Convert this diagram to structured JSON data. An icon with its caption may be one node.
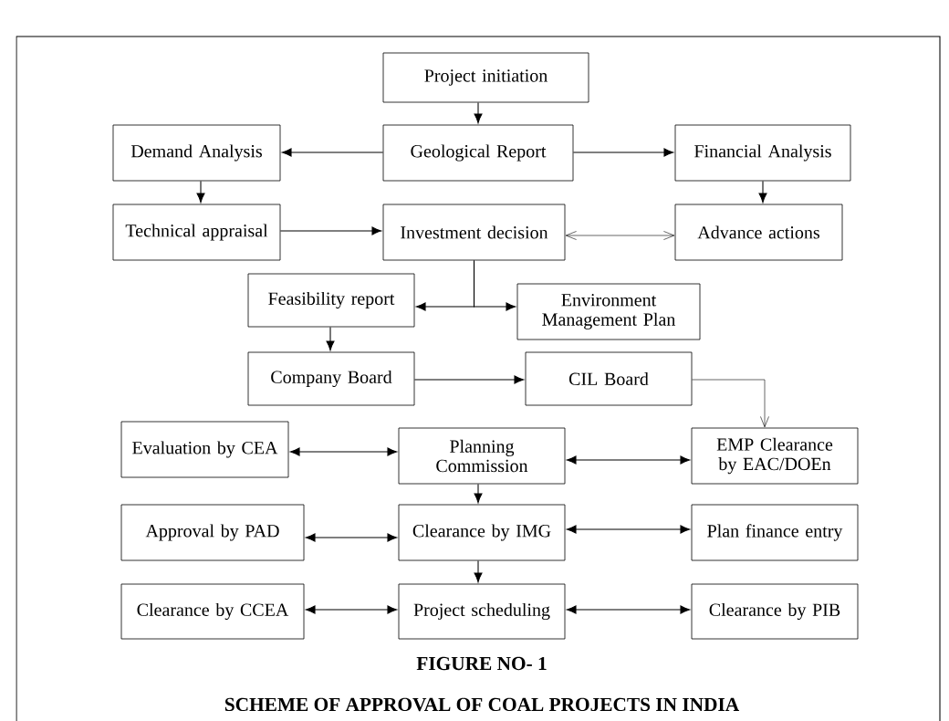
{
  "diagram": {
    "caption": "SCHEME OF APPROVAL OF COAL PROJECTS IN INDIA",
    "nodes": [
      {
        "text": [
          "Project initiation"
        ]
      },
      {
        "text": [
          "Demand Analysis"
        ]
      },
      {
        "text": [
          "Geological Report"
        ]
      },
      {
        "text": [
          "Financial Analysis"
        ]
      },
      {
        "text": [
          "Technical appraisal"
        ]
      },
      {
        "text": [
          "Investment decision"
        ]
      },
      {
        "text": [
          "Advance actions"
        ]
      },
      {
        "text": [
          "Feasibility report"
        ]
      },
      {
        "text": [
          "Environment Management Plan"
        ]
      },
      {
        "text": [
          "Company Board"
        ]
      },
      {
        "text": [
          "CIL Board"
        ]
      },
      {
        "text": [
          "Evaluation by CEA"
        ]
      },
      {
        "text": [
          "Planning Commission"
        ]
      },
      {
        "text": [
          "EMP Clearance by EAC/DOEn"
        ]
      },
      {
        "text": [
          "Approval by PAD"
        ]
      },
      {
        "text": [
          "Clearance by IMG"
        ]
      },
      {
        "text": [
          "Plan finance entry"
        ]
      },
      {
        "text": [
          "Clearance by CCEA"
        ]
      },
      {
        "text": [
          "Project scheduling"
        ]
      },
      {
        "text": [
          "Clearance by PIB"
        ]
      }
    ],
    "edges": [
      {
        "from": 0,
        "to": 2,
        "arrow": "to"
      },
      {
        "from": 2,
        "to": 1,
        "arrow": "to"
      },
      {
        "from": 2,
        "to": 3,
        "arrow": "to"
      },
      {
        "from": 1,
        "to": 4,
        "arrow": "to"
      },
      {
        "from": 3,
        "to": 6,
        "arrow": "to"
      },
      {
        "from": 4,
        "to": 5,
        "arrow": "to"
      },
      {
        "from": 5,
        "to": 6,
        "arrow": "both"
      },
      {
        "from": 5,
        "to": 7,
        "arrow": "to"
      },
      {
        "from": 5,
        "to": 8,
        "arrow": "to"
      },
      {
        "from": 7,
        "to": 9,
        "arrow": "to"
      },
      {
        "from": 9,
        "to": 10,
        "arrow": "to"
      },
      {
        "from": 10,
        "to": 13,
        "arrow": "to"
      },
      {
        "from": 11,
        "to": 12,
        "arrow": "both"
      },
      {
        "from": 12,
        "to": 13,
        "arrow": "both"
      },
      {
        "from": 12,
        "to": 15,
        "arrow": "to"
      },
      {
        "from": 14,
        "to": 15,
        "arrow": "both"
      },
      {
        "from": 15,
        "to": 16,
        "arrow": "both"
      },
      {
        "from": 15,
        "to": 18,
        "arrow": "to"
      },
      {
        "from": 17,
        "to": 18,
        "arrow": "both"
      },
      {
        "from": 18,
        "to": 19,
        "arrow": "both"
      }
    ],
    "labels": [
      "FIGURE NO- 1"
    ]
  }
}
